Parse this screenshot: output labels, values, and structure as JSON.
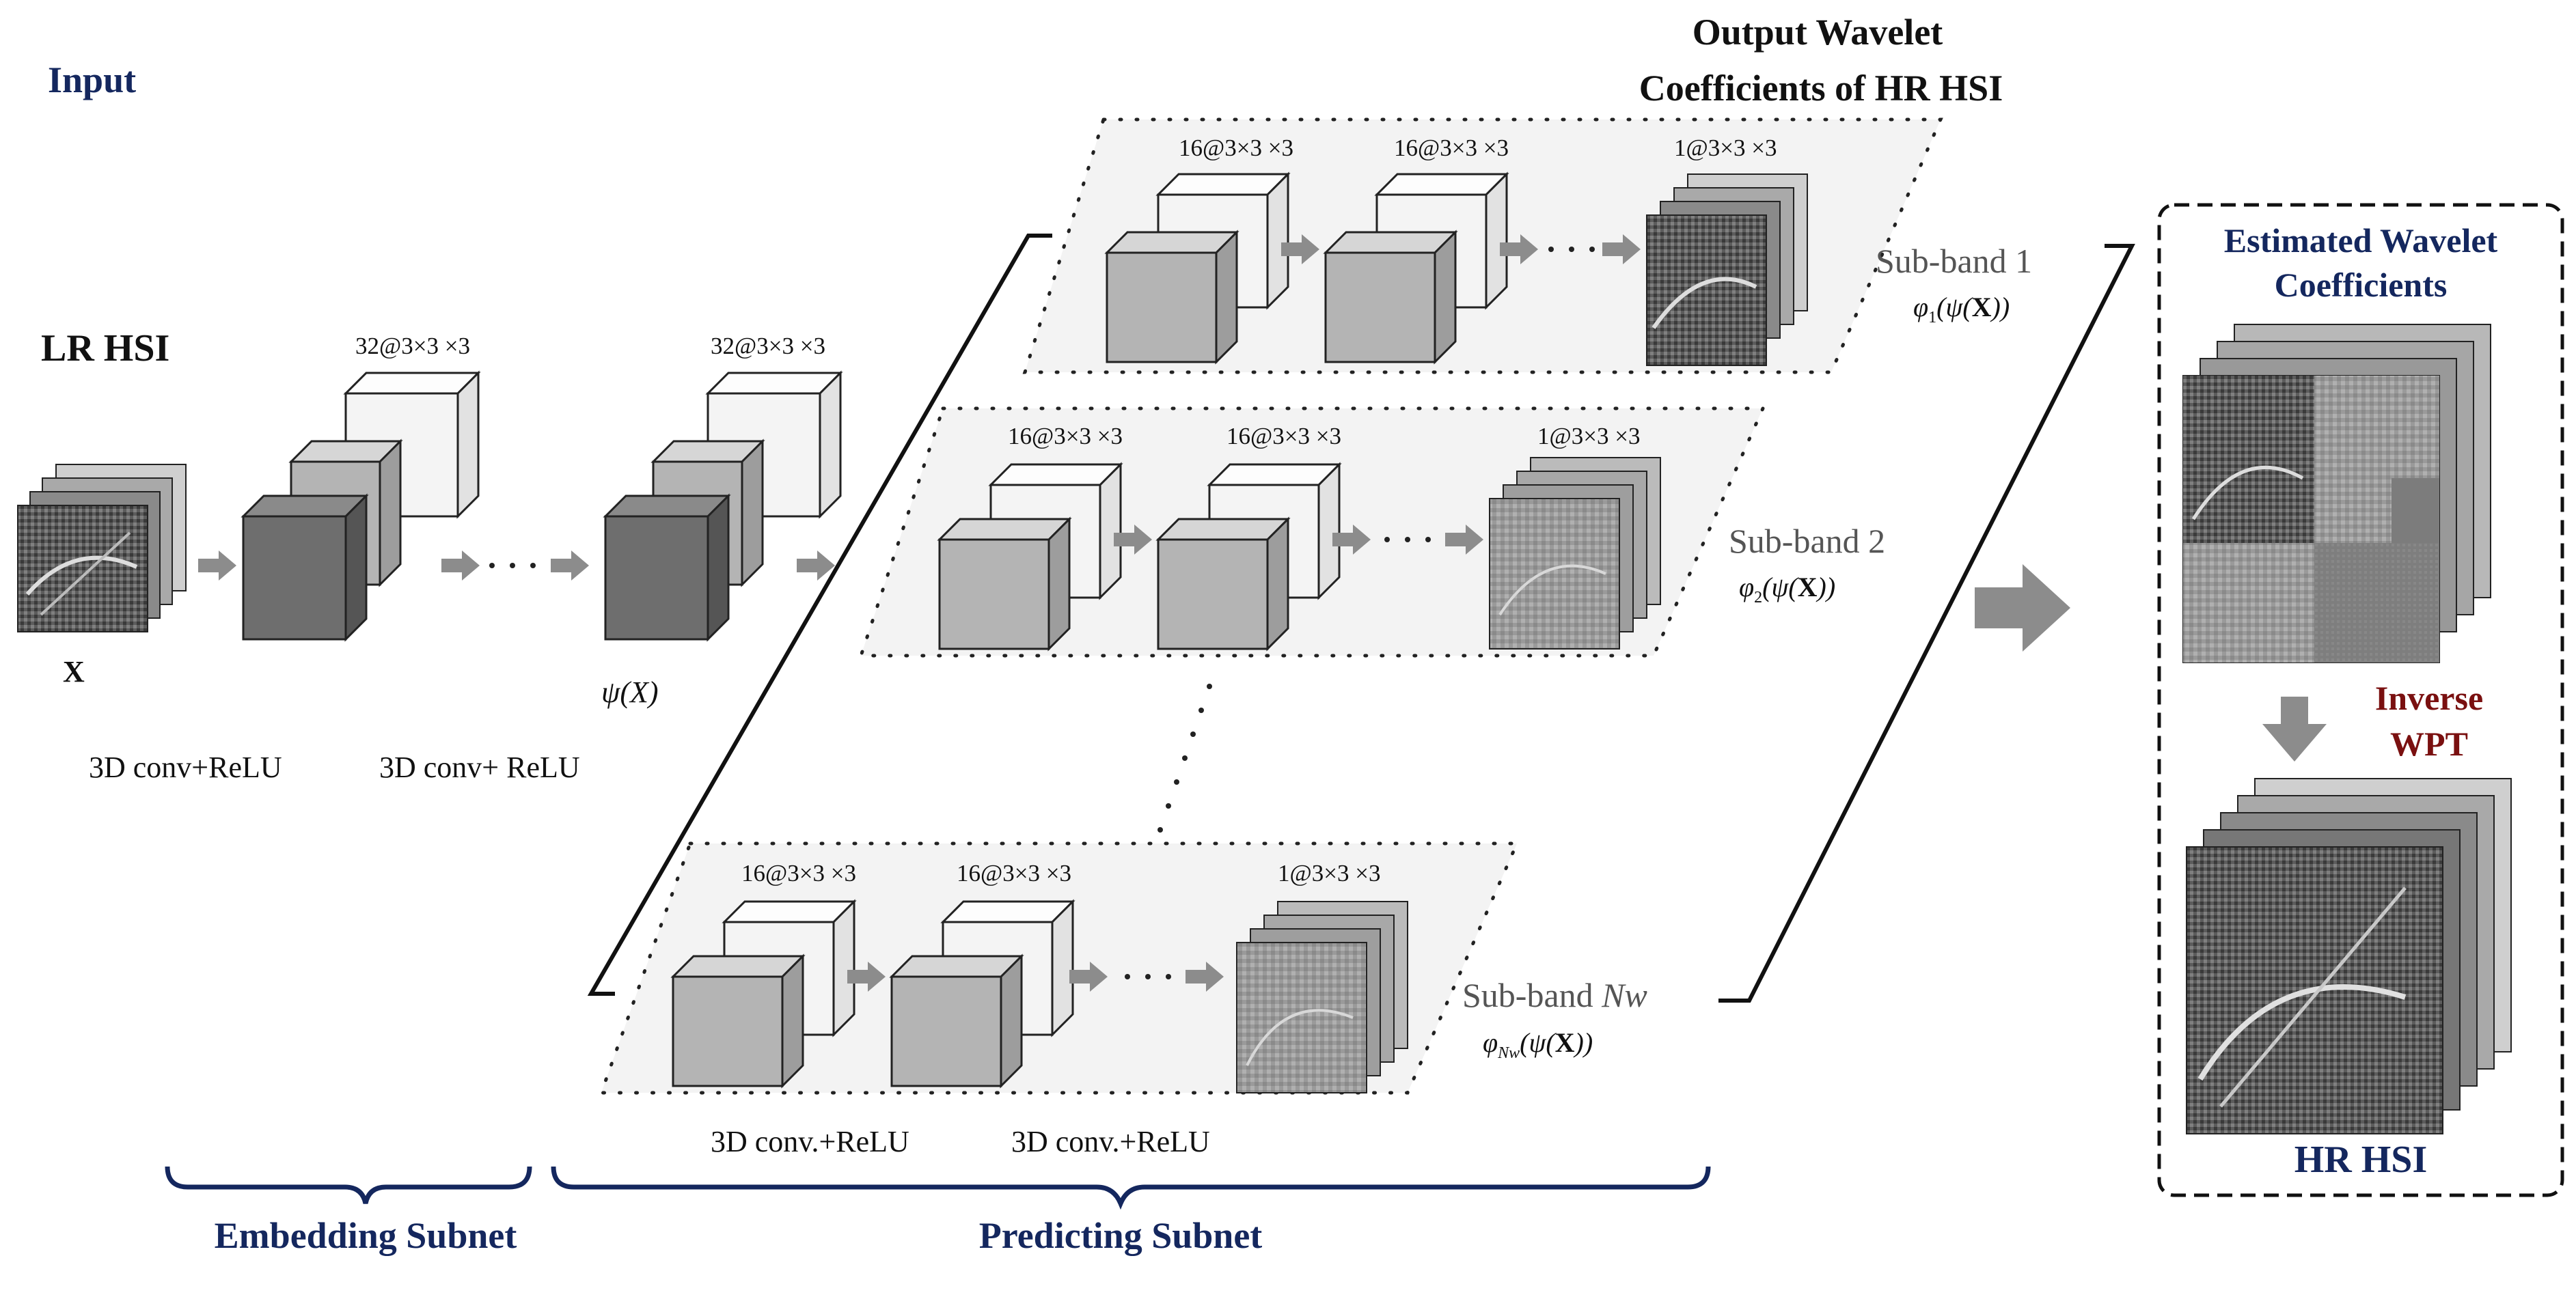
{
  "input": {
    "title": "Input",
    "lr_label": "LR HSI",
    "x_label": "X"
  },
  "embedding": {
    "kernel_1": "32@3×3 ×3",
    "kernel_2": "32@3×3 ×3",
    "psi_label": "ψ(X)",
    "op_1": "3D conv+ReLU",
    "op_2": "3D conv+ ReLU",
    "subnet_label": "Embedding Subnet"
  },
  "predicting": {
    "kernel_16": "16@3×3 ×3",
    "kernel_1": "1@3×3 ×3",
    "op_1": "3D conv.+ReLU",
    "op_2": "3D conv.+ReLU",
    "subnet_label": "Predicting Subnet"
  },
  "output": {
    "title_line1": "Output Wavelet",
    "title_line2": "Coefficients of HR HSI"
  },
  "subbands": [
    {
      "name": "Sub-band 1",
      "phi_sub": "1"
    },
    {
      "name": "Sub-band 2",
      "phi_sub": "2"
    },
    {
      "name": "Sub-band",
      "name_italic": "Nw",
      "phi_sub": "Nw"
    }
  ],
  "result": {
    "estimated_line1": "Estimated Wavelet",
    "estimated_line2": "Coefficients",
    "inverse_line1": "Inverse",
    "inverse_line2": "WPT",
    "hr_label": "HR HSI"
  },
  "colors": {
    "navy": "#14275e",
    "dark_red": "#7a1010",
    "arrow_gray": "#8c8c8c",
    "cube_dark": "#6e6e6e",
    "cube_mid": "#b4b4b4",
    "cube_light": "#f4f4f4",
    "panel_fill": "#f3f3f3"
  }
}
